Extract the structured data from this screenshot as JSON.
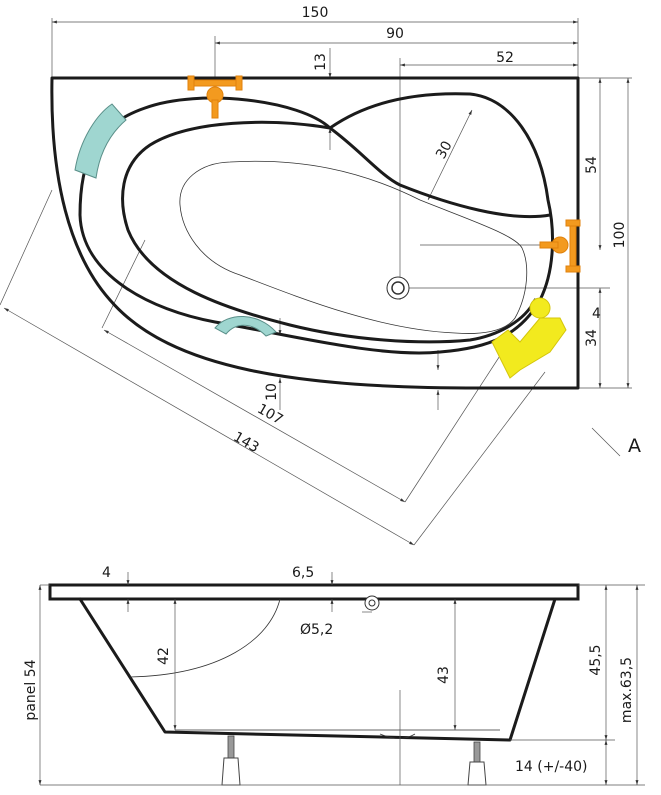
{
  "top_view": {
    "dims": {
      "overall_width": "150",
      "inner_offset": "90",
      "tap_offset": "52",
      "rim_top": "13",
      "radius": "30",
      "right_upper": "54",
      "overall_depth": "100",
      "step": "4",
      "right_lower": "34",
      "rim_bottom": "10",
      "inner_length": "107",
      "outer_length": "143"
    },
    "view_label": "A"
  },
  "side_view": {
    "dims": {
      "rim_thickness": "4",
      "rim_offset": "6,5",
      "drain_diameter": "Ø5,2",
      "inner_depth": "42",
      "depth": "43",
      "tub_height": "45,5",
      "max_height": "max.63,5",
      "panel": "panel 54",
      "legs": "14 (+/-40)"
    }
  },
  "colors": {
    "outline": "#1b1b1b",
    "tap": "#f39a1f",
    "headrest": "#9fd6d0",
    "logo": "#f2ea1e"
  },
  "icons": [
    "mixer-tap-icon",
    "headrest-icon",
    "handle-icon",
    "drain-icon",
    "adjustable-leg-icon",
    "brand-logo-icon"
  ]
}
